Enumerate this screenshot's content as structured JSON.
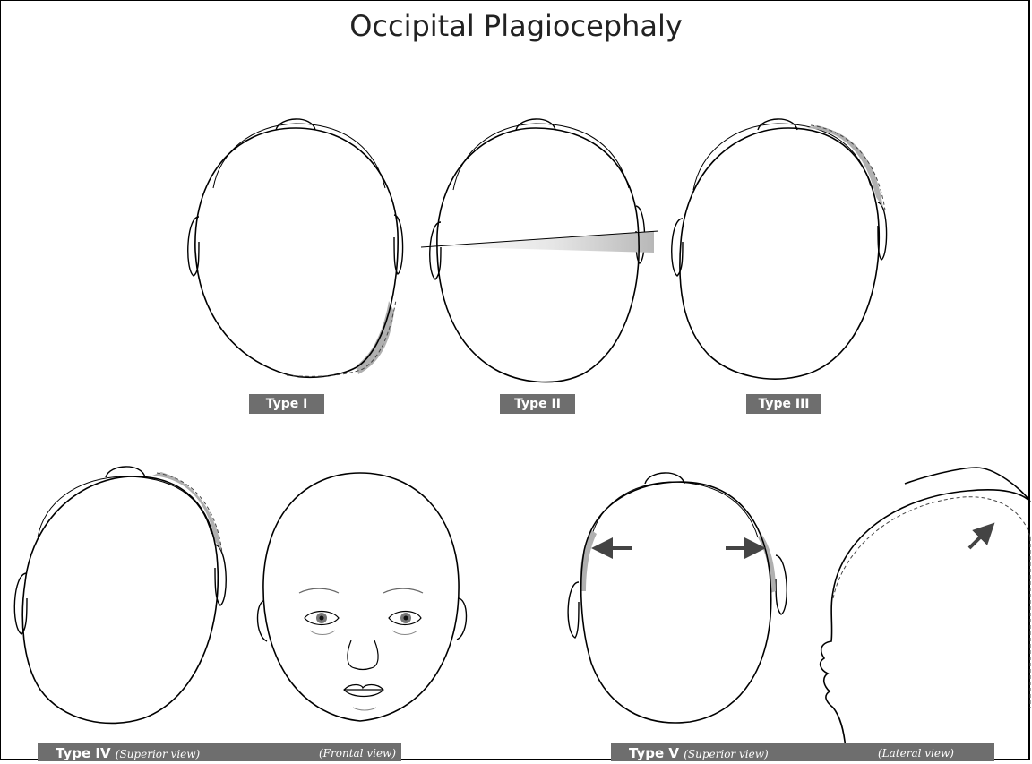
{
  "title": "Occipital Plagiocephaly",
  "labels": {
    "type1": "Type I",
    "type2": "Type II",
    "type3": "Type III",
    "type4": "Type IV",
    "type4_view1": "(Superior view)",
    "type4_view2": "(Frontal view)",
    "type5": "Type V",
    "type5_view1": "(Superior view)",
    "type5_view2": "(Lateral view)"
  },
  "colors": {
    "label_bg": "#6e6e6e",
    "line": "#000000",
    "shading": "#b0b0b0"
  }
}
